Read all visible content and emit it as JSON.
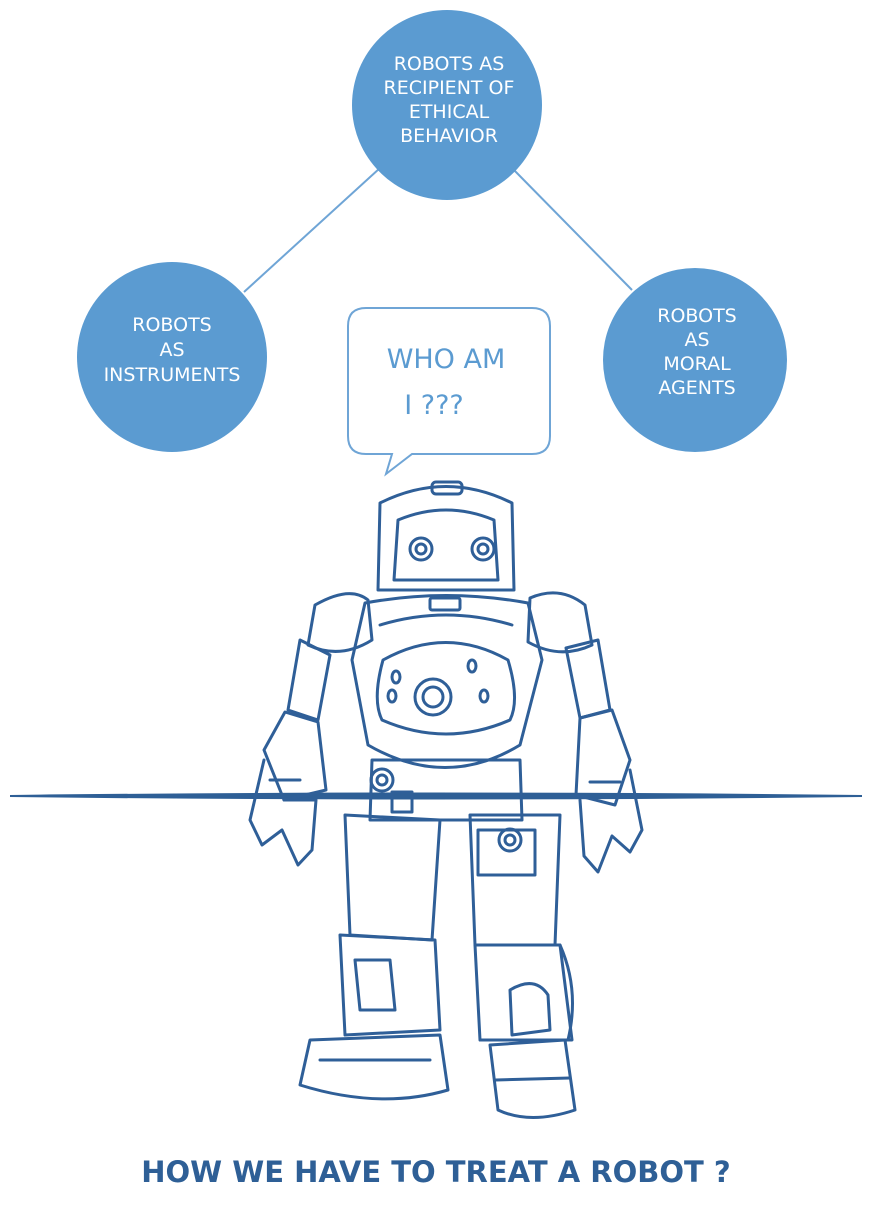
{
  "colors": {
    "node_fill": "#5b9bd1",
    "connector": "#6fa5d6",
    "robot_outline": "#2f5f98",
    "caption": "#2e5f96",
    "ground": "#2e5f96"
  },
  "nodes": {
    "top": {
      "lines": [
        "ROBOTS AS",
        "RECIPIENT OF",
        "ETHICAL",
        "BEHAVIOR"
      ]
    },
    "left": {
      "lines": [
        "ROBOTS",
        "AS",
        "INSTRUMENTS"
      ]
    },
    "right": {
      "lines": [
        "ROBOTS",
        "AS",
        "MORAL",
        "AGENTS"
      ]
    }
  },
  "speech_bubble": {
    "lines": [
      "WHO AM",
      "I ???"
    ]
  },
  "caption": "HOW WE HAVE TO TREAT A ROBOT ?",
  "icons": {
    "robot": "robot-illustration-icon"
  }
}
